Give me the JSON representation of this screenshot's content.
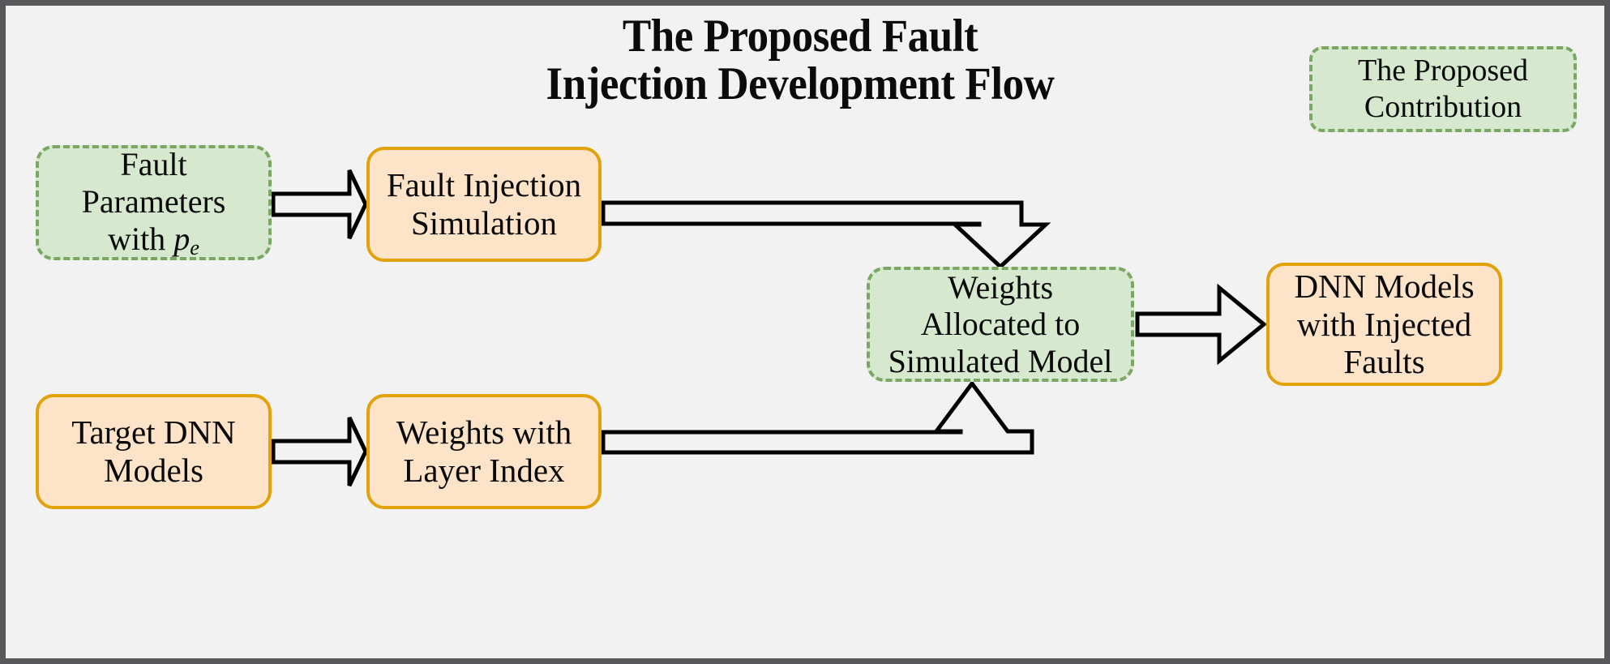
{
  "figure": {
    "title": "The Proposed Fault\nInjection Development Flow",
    "frame_color": "#58585a",
    "background_color": "#f2f2f2"
  },
  "legend": {
    "label": "The Proposed\nContribution",
    "fill": "#d6e8cd",
    "border": "#7aa763",
    "border_style": "dashed"
  },
  "palette": {
    "proposed_fill": "#d6e8cd",
    "proposed_border": "#7aa763",
    "existing_fill": "#fde3c7",
    "existing_border": "#e2a30a",
    "arrow_stroke": "#000000",
    "text": "#0a0a0a"
  },
  "nodes": [
    {
      "id": "fault-parameters",
      "label": "Fault\nParameters\nwith ",
      "math": "p",
      "math_sub": "e",
      "kind": "proposed"
    },
    {
      "id": "fault-injection-simulation",
      "label": "Fault Injection\nSimulation",
      "kind": "existing"
    },
    {
      "id": "weights-allocated",
      "label": "Weights\nAllocated to\nSimulated Model",
      "kind": "proposed"
    },
    {
      "id": "dnn-models-injected-faults",
      "label": "DNN Models\nwith Injected\nFaults",
      "kind": "existing"
    },
    {
      "id": "target-dnn-models",
      "label": "Target DNN\nModels",
      "kind": "existing"
    },
    {
      "id": "weights-layer-index",
      "label": "Weights with\nLayer Index",
      "kind": "existing"
    }
  ],
  "edges": [
    {
      "id": "fault-parameters-to-simulation",
      "from": "fault-parameters",
      "to": "fault-injection-simulation",
      "style": "block-arrow-right"
    },
    {
      "id": "simulation-to-weights-allocated",
      "from": "fault-injection-simulation",
      "to": "weights-allocated",
      "style": "block-arrow-elbow-down"
    },
    {
      "id": "weights-allocated-to-dnn-models",
      "from": "weights-allocated",
      "to": "dnn-models-injected-faults",
      "style": "block-arrow-right"
    },
    {
      "id": "target-dnn-to-weights-layer",
      "from": "target-dnn-models",
      "to": "weights-layer-index",
      "style": "block-arrow-right"
    },
    {
      "id": "weights-layer-to-weights-allocated",
      "from": "weights-layer-index",
      "to": "weights-allocated",
      "style": "block-arrow-elbow-up"
    }
  ]
}
